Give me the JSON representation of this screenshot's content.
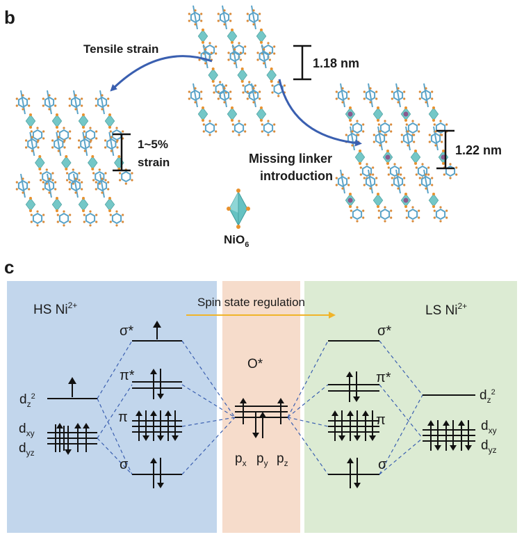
{
  "panel_b": {
    "letter": "b",
    "tensile_label": "Tensile strain",
    "spacing_original": "1.18 nm",
    "strain_line1": "1~5%",
    "strain_line2": "strain",
    "missing_line1": "Missing linker",
    "missing_line2": "introduction",
    "spacing_missing": "1.22 nm",
    "nio6_base": "NiO",
    "nio6_sub": "6",
    "colors": {
      "octahedron": "#66c2c2",
      "arrow": "#3a5fb0",
      "linker": "#5aa3c8",
      "oxygen": "#e8912e",
      "defect": "#8a5a8e"
    }
  },
  "panel_c": {
    "letter": "c",
    "regulation_label": "Spin state regulation",
    "hs_base": "HS Ni",
    "hs_sup": "2+",
    "ls_base": "LS Ni",
    "ls_sup": "2+",
    "o_star": "O*",
    "sigma_star": "σ*",
    "pi_star": "π*",
    "pi": "π",
    "sigma": "σ",
    "d": "d",
    "z2_sub": "z",
    "z2_sup": "2",
    "xy_sub": "xy",
    "yz_sub": "yz",
    "p": "p",
    "px_sub": "x",
    "py_sub": "y",
    "pz_sub": "z",
    "colors": {
      "hs_bg": "#c2d6ec",
      "o_bg": "#f6dccb",
      "ls_bg": "#dcebd3",
      "regulation_arrow": "#f0b429",
      "correlation": "#3a5fb0"
    }
  }
}
